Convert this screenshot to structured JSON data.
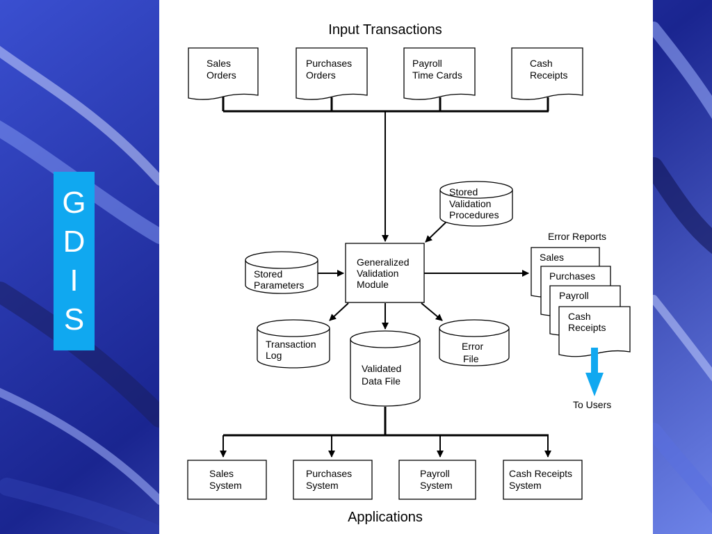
{
  "side_label": {
    "letters": [
      "G",
      "D",
      "I",
      "S"
    ],
    "bg_color": "#10a8f0"
  },
  "diagram": {
    "title_top": "Input Transactions",
    "title_bottom": "Applications",
    "inputs": [
      [
        "Sales",
        "Orders"
      ],
      [
        "Purchases",
        "Orders"
      ],
      [
        "Payroll",
        "Time Cards"
      ],
      [
        "Cash",
        "Receipts"
      ]
    ],
    "module": [
      "Generalized",
      "Validation",
      "Module"
    ],
    "stored_validation": [
      "Stored",
      "Validation",
      "Procedures"
    ],
    "stored_parameters": [
      "Stored",
      "Parameters"
    ],
    "transaction_log": [
      "Transaction",
      "Log"
    ],
    "validated_file": [
      "Validated",
      "Data File"
    ],
    "error_file": [
      "Error",
      "File"
    ],
    "error_reports_title": "Error Reports",
    "error_reports": [
      "Sales",
      "Purchases",
      "Payroll",
      [
        "Cash",
        "Receipts"
      ]
    ],
    "to_users": "To Users",
    "to_users_arrow_color": "#10a8f0",
    "applications": [
      [
        "Sales",
        "System"
      ],
      [
        "Purchases",
        "System"
      ],
      [
        "Payroll",
        "System"
      ],
      [
        "Cash Receipts",
        "System"
      ]
    ]
  }
}
